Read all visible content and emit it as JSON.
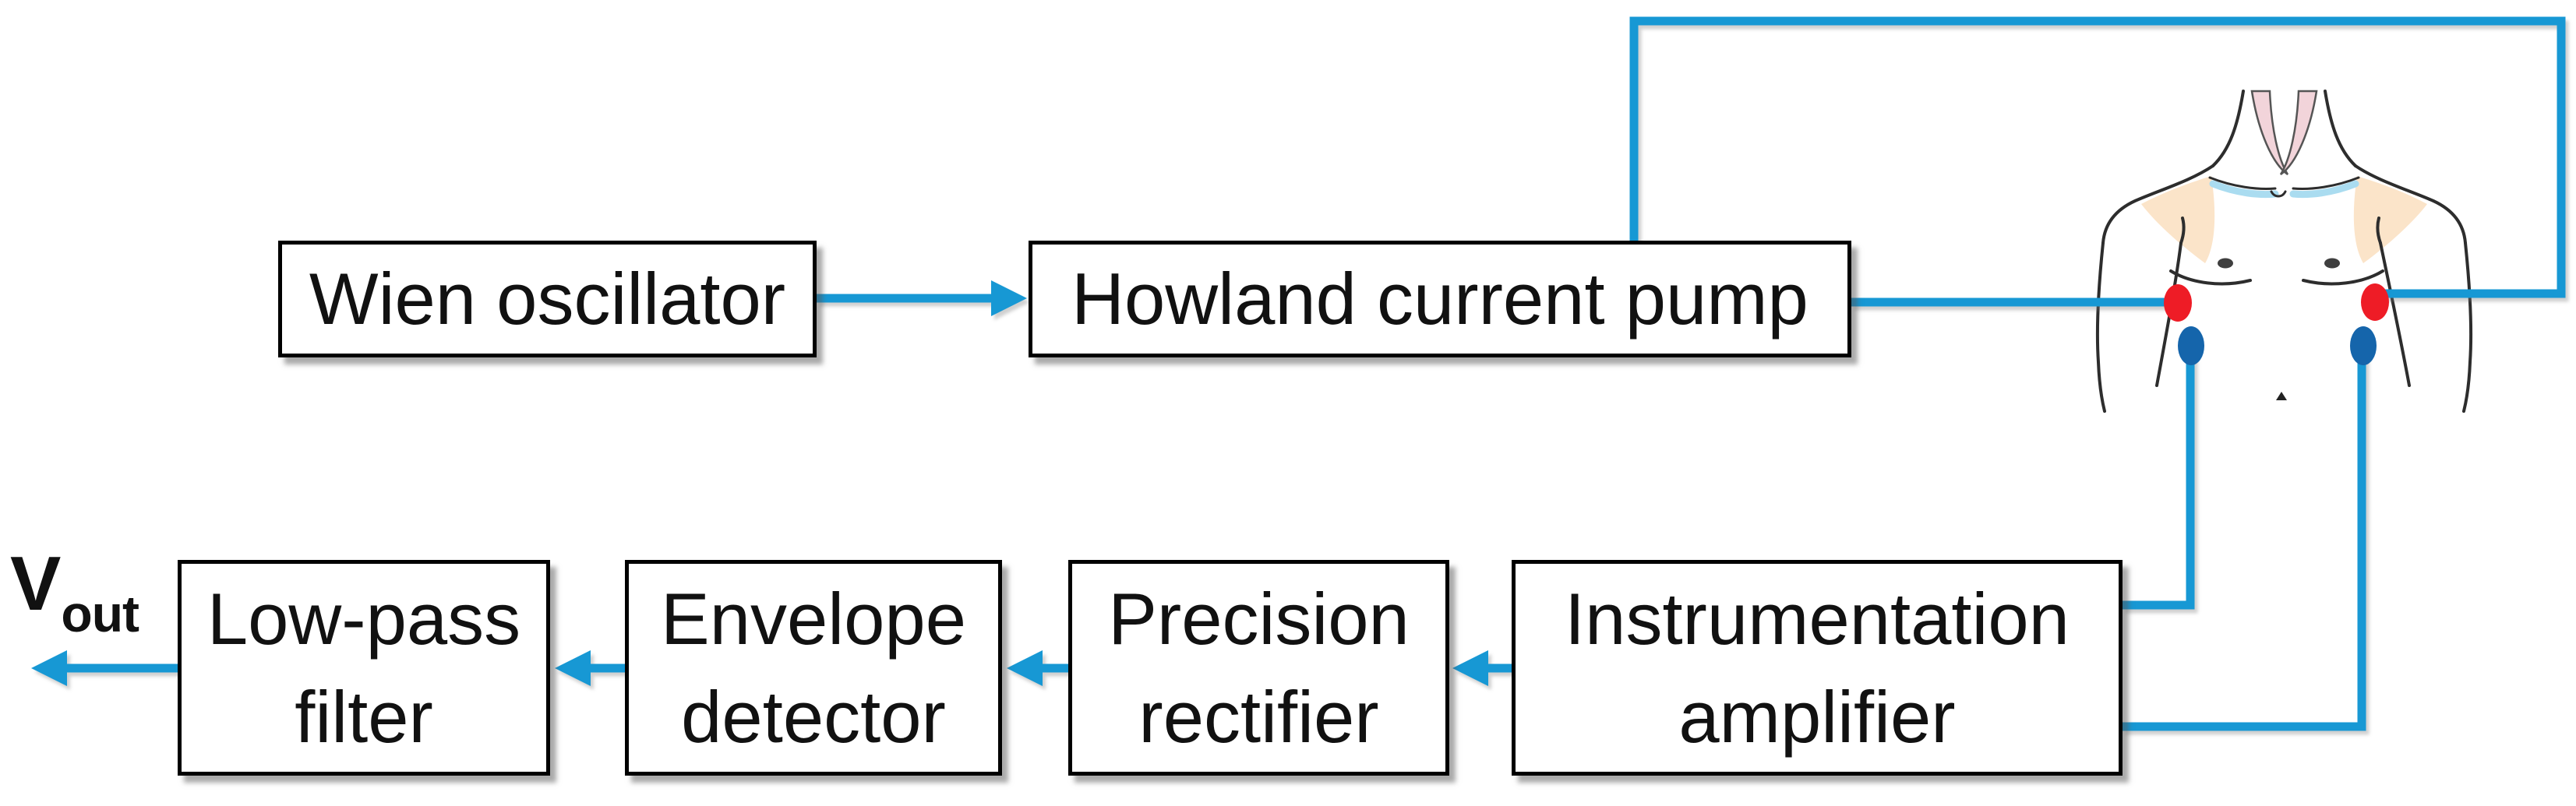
{
  "diagram": {
    "blocks": {
      "wien": {
        "label": "Wien oscillator"
      },
      "howland": {
        "label": "Howland current pump"
      },
      "lowpass": {
        "line1": "Low-pass",
        "line2": "filter"
      },
      "envelope": {
        "line1": "Envelope",
        "line2": "detector"
      },
      "precision": {
        "line1": "Precision",
        "line2": "rectifier"
      },
      "inamp": {
        "line1": "Instrumentation",
        "line2": "amplifier"
      }
    },
    "output": {
      "symbol": "V",
      "subscript": "out"
    },
    "colors": {
      "connector_blue": "#1798d4",
      "electrode_current_red": "#ee1c26",
      "electrode_sense_blue": "#1565ab",
      "box_border": "#000000",
      "box_fill": "#ffffff",
      "text": "#111111",
      "skin_tone": "#fbe4c9",
      "neck_muscle_pink": "#f2d4da",
      "clavicle_highlight": "#aadcf0",
      "body_outline": "#2d2d2d"
    },
    "electrodes": {
      "current_left": "red",
      "current_right": "red",
      "sense_left": "blue",
      "sense_right": "blue"
    }
  }
}
